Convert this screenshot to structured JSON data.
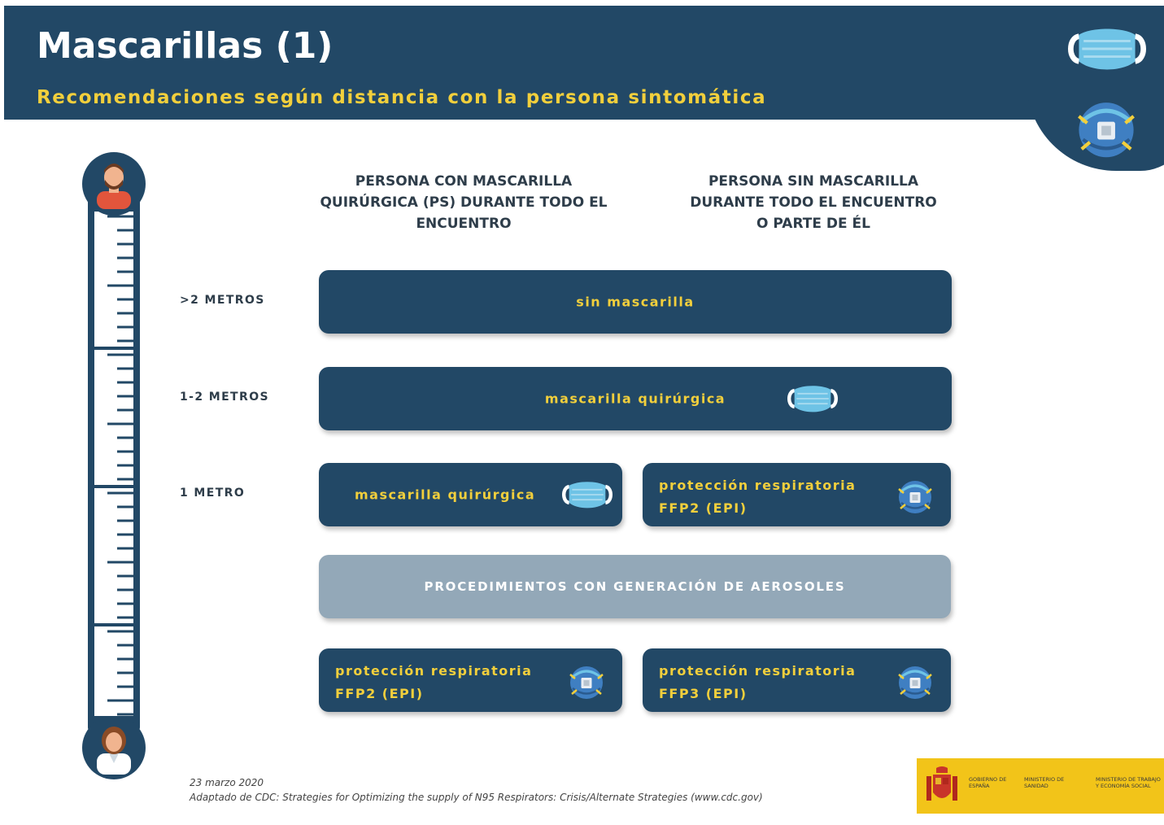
{
  "header": {
    "title": "Mascarillas (1)",
    "subtitle": "Recomendaciones según distancia con la persona sintomática"
  },
  "columns": {
    "left": "PERSONA CON  MASCARILLA QUIRÚRGICA (PS) DURANTE TODO EL ENCUENTRO",
    "right": "PERSONA SIN  MASCARILLA DURANTE TODO EL ENCUENTRO O PARTE DE ÉL"
  },
  "distances": {
    "far": ">2 METROS",
    "mid": "1-2 METROS",
    "near": "1 METRO"
  },
  "rows": {
    "far_box": "sin mascarilla",
    "mid_box": "mascarilla quirúrgica",
    "near_left": "mascarilla quirúrgica",
    "near_right_line1": "protección respiratoria",
    "near_right_line2": "FFP2 (EPI)",
    "aerosol_banner": "PROCEDIMIENTOS CON GENERACIÓN DE AEROSOLES",
    "aerosol_left_line1": "protección respiratoria",
    "aerosol_left_line2": "FFP2 (EPI)",
    "aerosol_right_line1": "protección respiratoria",
    "aerosol_right_line2": "FFP3 (EPI)"
  },
  "footer": {
    "date": "23 marzo 2020",
    "source": "Adaptado de CDC: Strategies for Optimizing the supply of N95 Respirators: Crisis/Alternate Strategies (www.cdc.gov)"
  },
  "government": {
    "gobierno": "GOBIERNO DE ESPAÑA",
    "sanidad": "MINISTERIO DE SANIDAD",
    "trabajo": "MINISTERIO DE TRABAJO Y ECONOMÍA SOCIAL"
  },
  "icons": {
    "surgical_mask": "surgical-mask-icon",
    "respirator": "respirator-mask-icon",
    "patient": "person-icon",
    "health_worker": "health-worker-icon"
  },
  "colors": {
    "navy": "#224866",
    "yellow": "#f2cf3c",
    "grey_banner": "#93a8b8",
    "mask_blue": "#6ec3e6"
  }
}
